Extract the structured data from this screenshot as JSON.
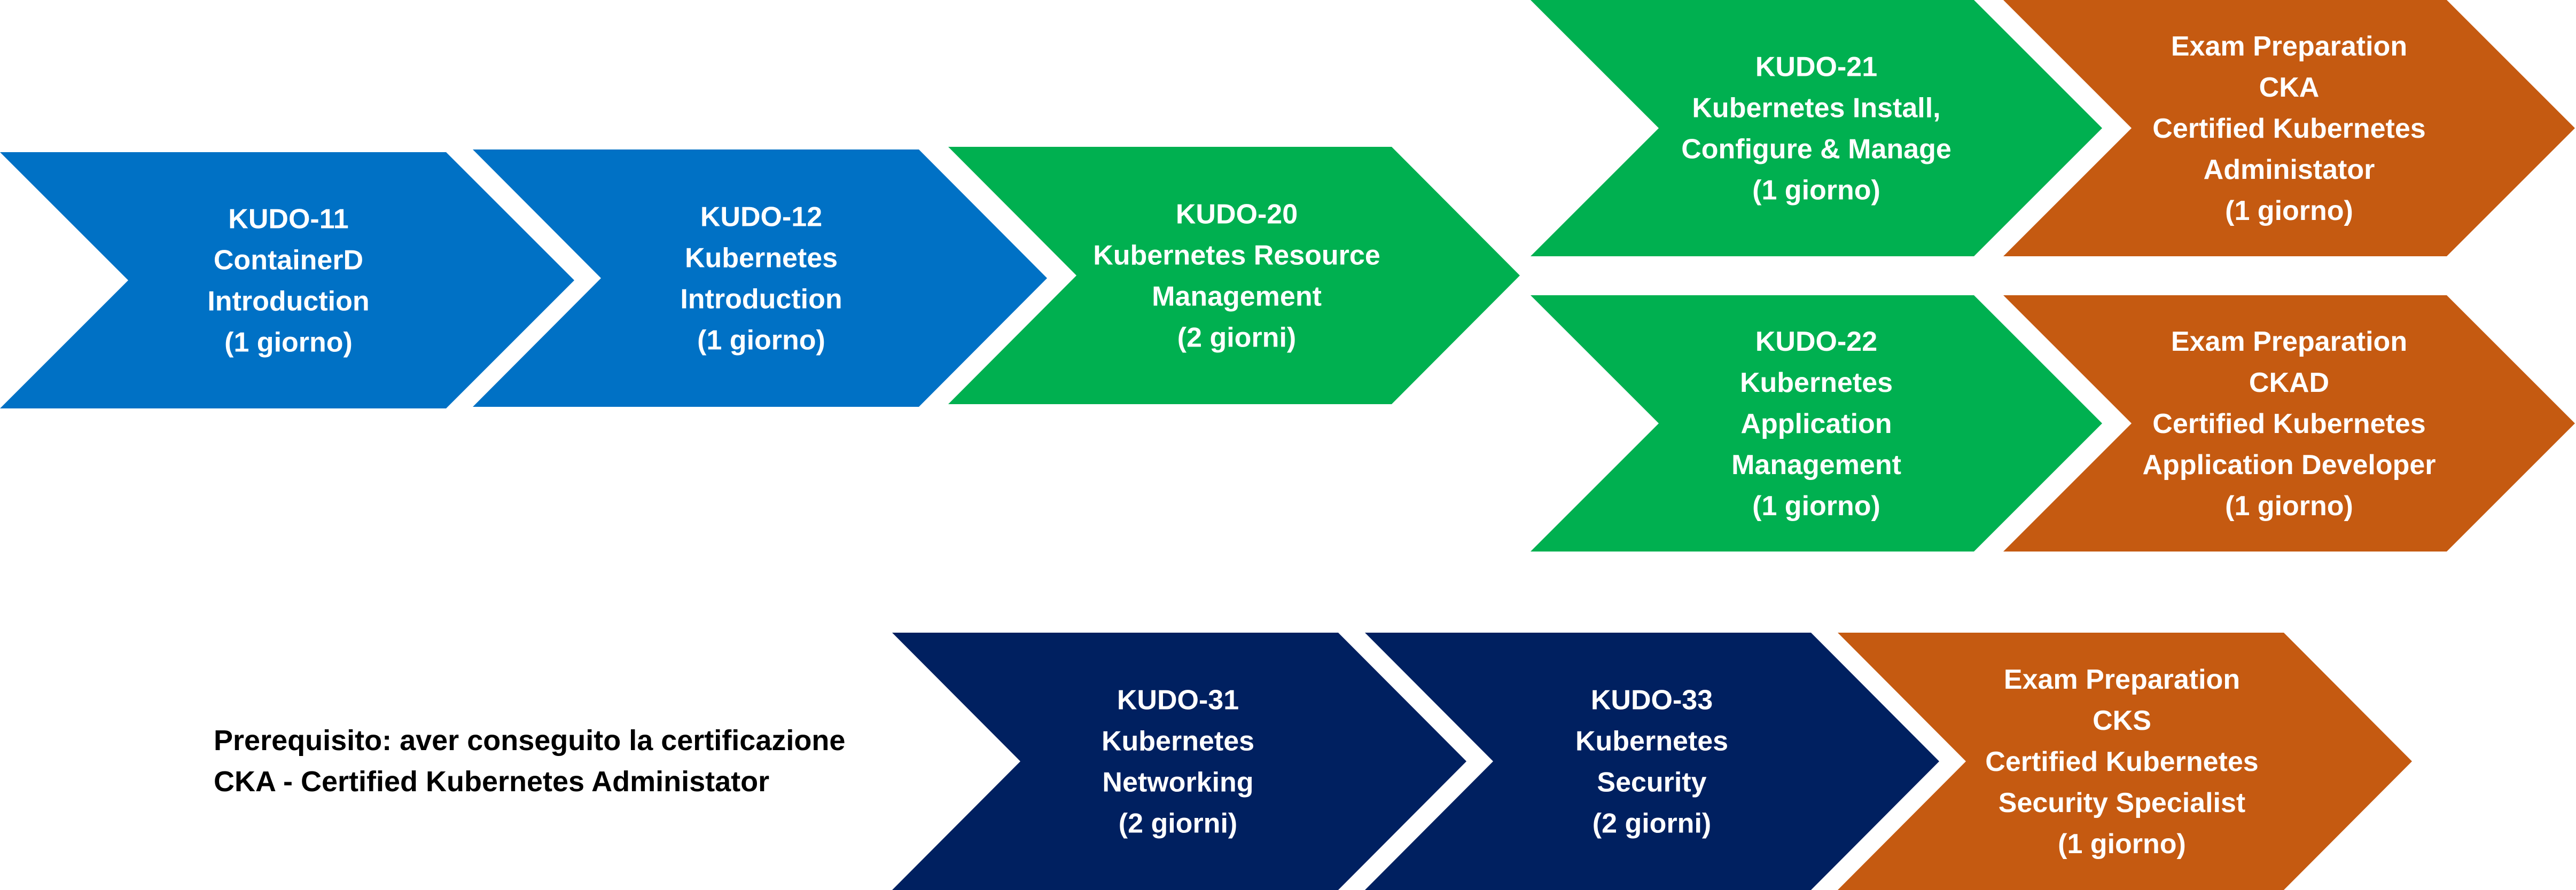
{
  "colors": {
    "blue": "#0071C5",
    "green": "#00B050",
    "orange": "#C55A11",
    "navy": "#002060",
    "text_light": "#FFFFFF",
    "text_dark": "#000000"
  },
  "chevrons": [
    {
      "id": "kudo-11",
      "color": "blue",
      "lines": [
        "KUDO-11",
        "ContainerD",
        "Introduction",
        "(1 giorno)"
      ]
    },
    {
      "id": "kudo-12",
      "color": "blue",
      "lines": [
        "KUDO-12",
        "Kubernetes",
        "Introduction",
        "(1 giorno)"
      ]
    },
    {
      "id": "kudo-20",
      "color": "green",
      "lines": [
        "KUDO-20",
        "Kubernetes Resource",
        "Management",
        "(2 giorni)"
      ]
    },
    {
      "id": "kudo-21",
      "color": "green",
      "lines": [
        "KUDO-21",
        "Kubernetes Install,",
        "Configure & Manage",
        "(1 giorno)"
      ]
    },
    {
      "id": "exam-cka",
      "color": "orange",
      "lines": [
        "Exam Preparation",
        "CKA",
        "Certified Kubernetes",
        "Administator",
        "(1 giorno)"
      ]
    },
    {
      "id": "kudo-22",
      "color": "green",
      "lines": [
        "KUDO-22",
        "Kubernetes",
        "Application",
        "Management",
        "(1 giorno)"
      ]
    },
    {
      "id": "exam-ckad",
      "color": "orange",
      "lines": [
        "Exam Preparation",
        "CKAD",
        "Certified Kubernetes",
        "Application Developer",
        "(1 giorno)"
      ]
    },
    {
      "id": "kudo-31",
      "color": "navy",
      "lines": [
        "KUDO-31",
        "Kubernetes",
        "Networking",
        "(2 giorni)"
      ]
    },
    {
      "id": "kudo-33",
      "color": "navy",
      "lines": [
        "KUDO-33",
        "Kubernetes",
        "Security",
        "(2 giorni)"
      ]
    },
    {
      "id": "exam-cks",
      "color": "orange",
      "lines": [
        "Exam Preparation",
        "CKS",
        "Certified Kubernetes",
        "Security Specialist",
        "(1 giorno)"
      ]
    }
  ],
  "prerequisite": {
    "lines": [
      "Prerequisito: aver conseguito la certificazione",
      "CKA - Certified Kubernetes Administator"
    ]
  }
}
